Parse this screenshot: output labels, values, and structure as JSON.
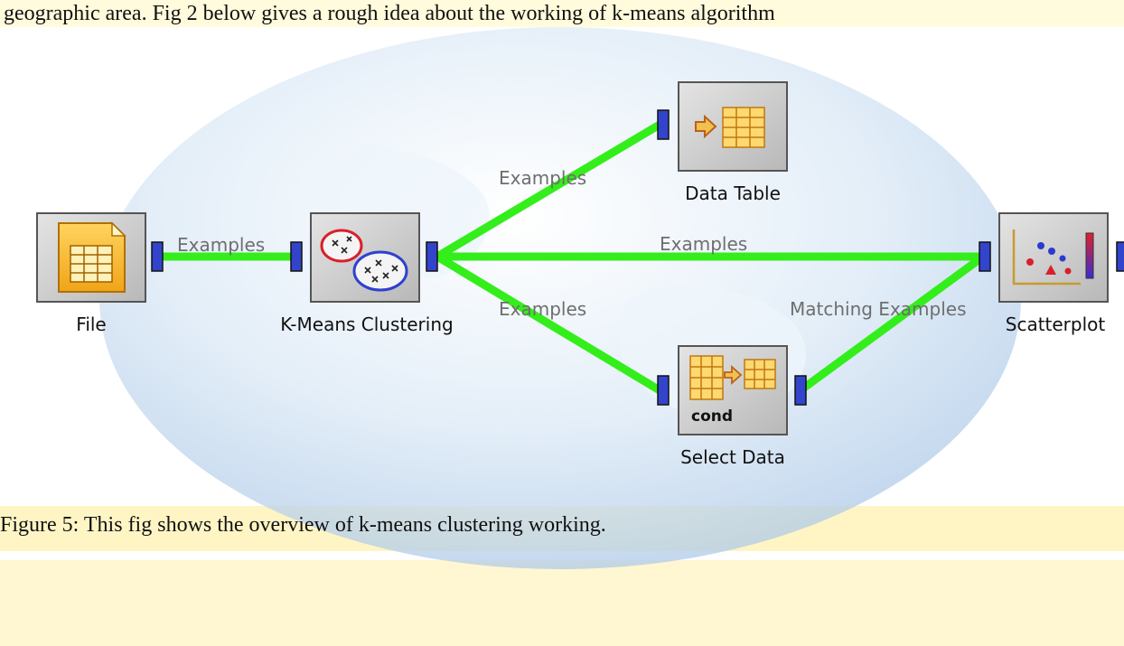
{
  "document": {
    "intro_text": "geographic area. Fig 2 below gives a rough idea about the working of k-means algorithm",
    "caption": "Figure 5: This fig shows the overview of k-means clustering working."
  },
  "diagram": {
    "nodes": [
      {
        "id": "file",
        "label": "File",
        "icon": "table-file-icon"
      },
      {
        "id": "kmeans",
        "label": "K-Means Clustering",
        "icon": "clusters-icon"
      },
      {
        "id": "datatable",
        "label": "Data Table",
        "icon": "data-table-icon"
      },
      {
        "id": "selectdata",
        "label": "Select Data",
        "icon": "select-data-icon",
        "icon_text": "cond"
      },
      {
        "id": "scatterplot",
        "label": "Scatterplot",
        "icon": "scatterplot-icon"
      }
    ],
    "edges": [
      {
        "from": "file",
        "to": "kmeans",
        "label": "Examples"
      },
      {
        "from": "kmeans",
        "to": "datatable",
        "label": "Examples"
      },
      {
        "from": "kmeans",
        "to": "scatterplot",
        "label": "Examples"
      },
      {
        "from": "kmeans",
        "to": "selectdata",
        "label": "Examples"
      },
      {
        "from": "selectdata",
        "to": "scatterplot",
        "label": "Matching Examples"
      }
    ],
    "colors": {
      "link": "#33ee1a",
      "port": "#3344cc",
      "box": "#c8c8c8",
      "background_stripe": "#fff8c8"
    }
  }
}
